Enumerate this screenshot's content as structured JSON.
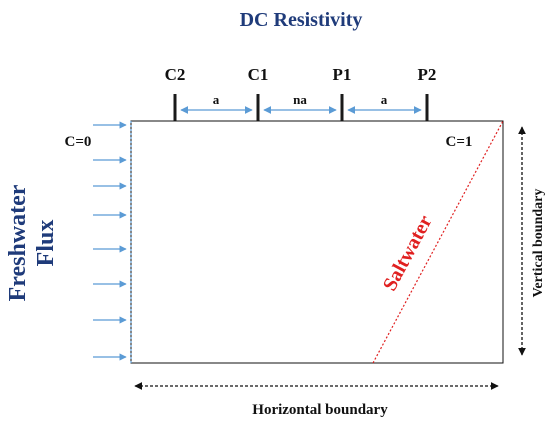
{
  "title": "DC Resistivity",
  "electrodes": {
    "c2": "C2",
    "c1": "C1",
    "p1": "P1",
    "p2": "P2"
  },
  "spacings": {
    "left": "a",
    "middle": "na",
    "right": "a"
  },
  "boundary_conditions": {
    "left": "C=0",
    "right": "C=1"
  },
  "freshwater_label_line1": "Freshwater",
  "freshwater_label_line2": "Flux",
  "saltwater_label": "Saltwater",
  "vertical_boundary_label": "Vertical boundary",
  "horizontal_boundary_label": "Horizontal boundary",
  "colors": {
    "title": "#1f3b7a",
    "freshwater": "#1f3b7a",
    "saltwater": "#e02020",
    "flux_arrow": "#5b9bd5",
    "spacing_arrow": "#5b9bd5",
    "electrode": "#1a1a1a",
    "text": "#111111"
  }
}
